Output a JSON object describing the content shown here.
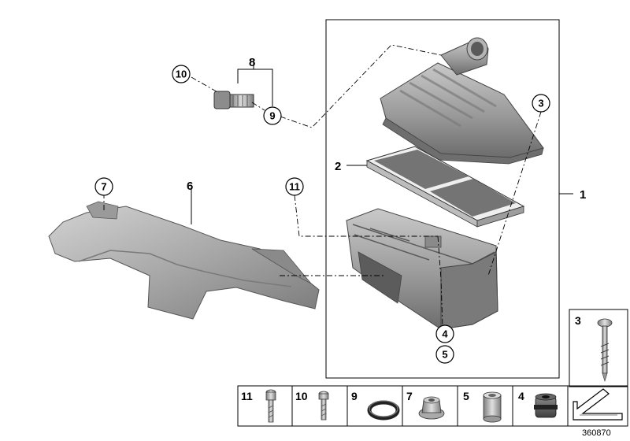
{
  "callouts": {
    "c10": "10",
    "c9": "9",
    "c7": "7",
    "c11": "11",
    "c3": "3",
    "c4": "4",
    "c5": "5"
  },
  "labels": {
    "l8": "8",
    "l2": "2",
    "l6": "6",
    "l1": "1"
  },
  "side_panel": {
    "number": "3"
  },
  "parts_row": [
    {
      "number": "11",
      "icon": "long-bolt-icon"
    },
    {
      "number": "10",
      "icon": "short-bolt-icon"
    },
    {
      "number": "9",
      "icon": "o-ring-icon"
    },
    {
      "number": "7",
      "icon": "flange-nut-icon"
    },
    {
      "number": "5",
      "icon": "sleeve-icon"
    },
    {
      "number": "4",
      "icon": "rubber-grommet-icon"
    },
    {
      "number": "",
      "icon": "view-direction-arrow-icon"
    }
  ],
  "reference": "360870"
}
